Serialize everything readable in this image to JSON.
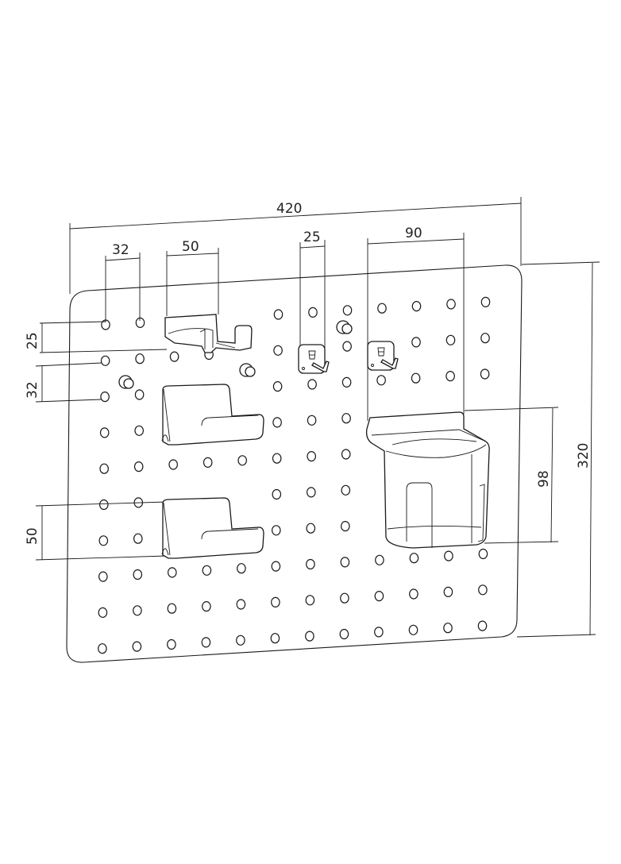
{
  "drawing": {
    "subject": "Pegboard with accessories — dimension drawing",
    "units": "mm",
    "colors": {
      "line": "#1a1a1a",
      "background": "#ffffff"
    }
  },
  "dimensions": {
    "overall_width": "420",
    "overall_height": "320",
    "hole_pitch_horizontal": "32",
    "hook_holder_width": "50",
    "small_hook_width": "25",
    "cup_holder_width": "90",
    "hook_holder_depth": "25",
    "hole_pitch_vertical": "32",
    "shelf_height": "50",
    "cup_holder_height": "98"
  },
  "pegboard": {
    "columns": 12,
    "rows": 10,
    "corner": "rounded"
  },
  "accessories": [
    {
      "name": "double hook holder",
      "label_dim": "50"
    },
    {
      "name": "angled shelf upper"
    },
    {
      "name": "angled shelf lower",
      "label_dim": "50"
    },
    {
      "name": "small hook left",
      "label_dim": "25"
    },
    {
      "name": "small hook right"
    },
    {
      "name": "cup holder",
      "label_dim": "90 x 98"
    },
    {
      "name": "peg knob",
      "count": 3
    }
  ]
}
